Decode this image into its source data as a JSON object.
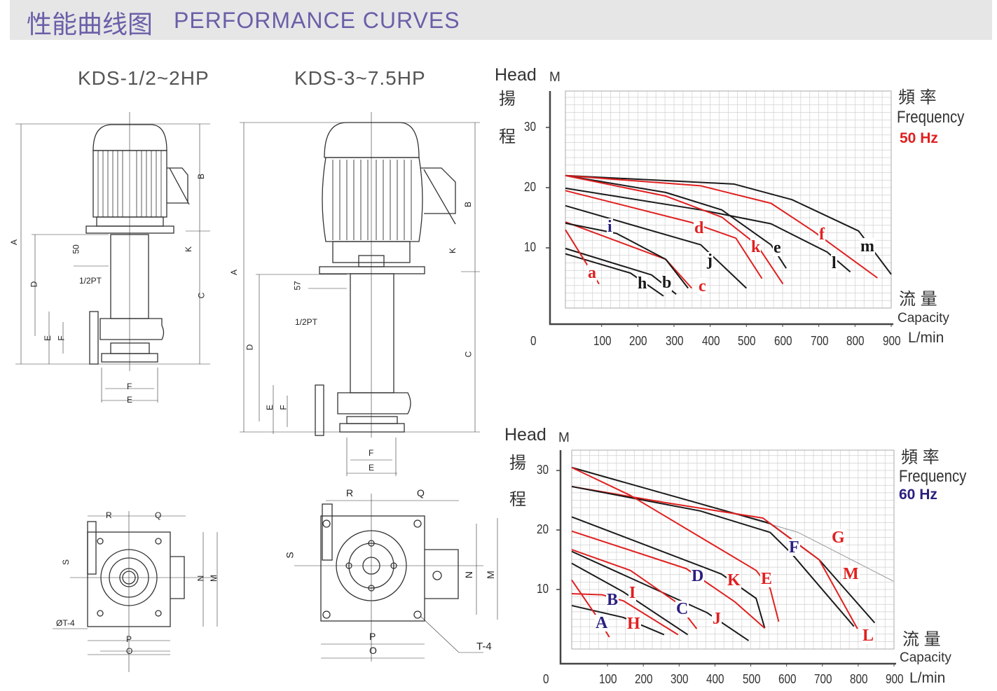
{
  "header": {
    "title_cn": "性能曲线图",
    "title_en": "PERFORMANCE CURVES"
  },
  "drawings": {
    "model_small": "KDS-1/2~2HP",
    "model_large": "KDS-3~7.5HP",
    "small_labels": {
      "A": "A",
      "B": "B",
      "C": "C",
      "D": "D",
      "E": "E",
      "F": "F",
      "K": "K",
      "dim50": "50",
      "pt": "1/2PT",
      "E2": "E",
      "F2": "F"
    },
    "large_labels": {
      "A": "A",
      "B": "B",
      "C": "C",
      "D": "D",
      "E": "E",
      "F": "F",
      "K": "K",
      "dim57": "57",
      "pt": "1/2PT",
      "E2": "E",
      "F2": "F"
    },
    "small_base_labels": {
      "R": "R",
      "Q": "Q",
      "S": "S",
      "N": "N",
      "M": "M",
      "P": "P",
      "O": "O",
      "T": "ØT-4"
    },
    "large_base_labels": {
      "R": "R",
      "Q": "Q",
      "S": "S",
      "N": "N",
      "M": "M",
      "P": "P",
      "O": "O",
      "T": "T-4"
    }
  },
  "colors": {
    "red": "#e02020",
    "black": "#1a1a1a",
    "blue": "#2a2080",
    "grid": "#d0d0d0",
    "grey": "#999999"
  },
  "chart_data": [
    {
      "type": "line",
      "title": "Frequency 50Hz",
      "ylabel_en": "Head",
      "ylabel_cn_1": "揚",
      "ylabel_cn_2": "程",
      "yunit": "M",
      "xlabel_cn": "流 量",
      "xlabel_en": "Capacity",
      "xunit": "L/min",
      "freq_cn": "頻 率",
      "freq_en": "Frequency",
      "freq_value": "50 Hz",
      "freq_color": "#e02020",
      "xlim": [
        0,
        900
      ],
      "ylim": [
        0,
        36
      ],
      "origin_label": "0",
      "xticks": [
        "100",
        "200",
        "300",
        "400",
        "500",
        "600",
        "700",
        "800",
        "900"
      ],
      "yticks": [
        "10",
        "20",
        "30"
      ],
      "grid": true,
      "series": [
        {
          "name": "m",
          "color": "black",
          "label_color": "black",
          "points": [
            [
              0,
              22
            ],
            [
              465,
              20.6
            ],
            [
              626,
              18
            ],
            [
              810,
              12.8
            ],
            [
              900,
              5.6
            ]
          ]
        },
        {
          "name": "f",
          "color": "red",
          "label_color": "red",
          "points": [
            [
              0,
              22
            ],
            [
              374,
              20.3
            ],
            [
              568,
              17.4
            ],
            [
              684,
              12.8
            ],
            [
              862,
              5
            ]
          ]
        },
        {
          "name": "l",
          "color": "black",
          "label_color": "black",
          "points": [
            [
              0,
              19.9
            ],
            [
              374,
              16.3
            ],
            [
              568,
              14
            ],
            [
              723,
              9.3
            ],
            [
              787,
              6
            ]
          ]
        },
        {
          "name": "e",
          "color": "black",
          "label_color": "black",
          "points": [
            [
              0,
              22
            ],
            [
              277,
              19.2
            ],
            [
              432,
              16.3
            ],
            [
              568,
              10.5
            ],
            [
              610,
              6.6
            ]
          ]
        },
        {
          "name": "k",
          "color": "red",
          "label_color": "red",
          "points": [
            [
              0,
              22
            ],
            [
              277,
              18.6
            ],
            [
              432,
              15.1
            ],
            [
              529,
              10.5
            ],
            [
              601,
              4
            ]
          ]
        },
        {
          "name": "d",
          "color": "red",
          "label_color": "red",
          "points": [
            [
              0,
              19.5
            ],
            [
              349,
              14.2
            ],
            [
              471,
              11.6
            ],
            [
              543,
              4.9
            ]
          ]
        },
        {
          "name": "j",
          "color": "black",
          "label_color": "black",
          "points": [
            [
              0,
              17
            ],
            [
              374,
              10.5
            ],
            [
              500,
              3.3
            ]
          ]
        },
        {
          "name": "c",
          "color": "red",
          "label_color": "red",
          "points": [
            [
              0,
              14.3
            ],
            [
              277,
              8.1
            ],
            [
              349,
              3.3
            ]
          ]
        },
        {
          "name": "i",
          "color": "black",
          "label_color": "blue",
          "points": [
            [
              0,
              14.1
            ],
            [
              141,
              12.4
            ],
            [
              277,
              8.1
            ],
            [
              339,
              3.3
            ]
          ]
        },
        {
          "name": "b",
          "color": "black",
          "label_color": "black",
          "points": [
            [
              0,
              9.9
            ],
            [
              238,
              5.5
            ],
            [
              306,
              2.3
            ]
          ]
        },
        {
          "name": "h",
          "color": "black",
          "label_color": "black",
          "points": [
            [
              0,
              9
            ],
            [
              180,
              5.8
            ],
            [
              271,
              2
            ]
          ]
        },
        {
          "name": "a",
          "color": "red",
          "label_color": "red",
          "points": [
            [
              0,
              13
            ],
            [
              93,
              4
            ]
          ]
        }
      ]
    },
    {
      "type": "line",
      "title": "Frequency 60Hz",
      "ylabel_en": "Head",
      "ylabel_cn_1": "揚",
      "ylabel_cn_2": "程",
      "yunit": "M",
      "xlabel_cn": "流 量",
      "xlabel_en": "Capacity",
      "xunit": "L/min",
      "freq_cn": "頻 率",
      "freq_en": "Frequency",
      "freq_value": "60 Hz",
      "freq_color": "#2a2080",
      "xlim": [
        0,
        900
      ],
      "ylim": [
        0,
        33.5
      ],
      "origin_label": "0",
      "xticks": [
        "100",
        "200",
        "300",
        "400",
        "500",
        "600",
        "700",
        "800",
        "900"
      ],
      "yticks": [
        "10",
        "20",
        "30"
      ],
      "grid": true,
      "series": [
        {
          "name": "G",
          "color": "grey",
          "label_color": "red",
          "points": [
            [
              0,
              30.5
            ],
            [
              359,
              24.4
            ],
            [
              632,
              19.6
            ],
            [
              898,
              11.4
            ]
          ]
        },
        {
          "name": "M",
          "color": "black",
          "label_color": "red",
          "points": [
            [
              0,
              30.5
            ],
            [
              359,
              24.4
            ],
            [
              554,
              21.1
            ],
            [
              691,
              15
            ],
            [
              846,
              4.4
            ]
          ]
        },
        {
          "name": "L",
          "color": "red",
          "label_color": "red",
          "points": [
            [
              0,
              27.3
            ],
            [
              261,
              24.6
            ],
            [
              534,
              22
            ],
            [
              691,
              15
            ],
            [
              798,
              3.4
            ]
          ]
        },
        {
          "name": "F",
          "color": "black",
          "label_color": "blue",
          "points": [
            [
              0,
              27.3
            ],
            [
              359,
              23.2
            ],
            [
              554,
              19.6
            ],
            [
              613,
              16.1
            ],
            [
              788,
              3.8
            ]
          ]
        },
        {
          "name": "E",
          "color": "red",
          "label_color": "red",
          "points": [
            [
              0,
              30.5
            ],
            [
              164,
              25.8
            ],
            [
              515,
              13.2
            ],
            [
              554,
              10.2
            ],
            [
              578,
              4.6
            ]
          ]
        },
        {
          "name": "K",
          "color": "black",
          "label_color": "red",
          "points": [
            [
              0,
              22.2
            ],
            [
              418,
              12.6
            ],
            [
              515,
              8.5
            ],
            [
              539,
              3.5
            ]
          ]
        },
        {
          "name": "D",
          "color": "red",
          "label_color": "blue",
          "points": [
            [
              0,
              19.8
            ],
            [
              320,
              13.5
            ],
            [
              456,
              7.9
            ],
            [
              539,
              3.5
            ]
          ]
        },
        {
          "name": "J",
          "color": "black",
          "label_color": "red",
          "points": [
            [
              0,
              16.4
            ],
            [
              378,
              6.1
            ],
            [
              494,
              1.4
            ]
          ]
        },
        {
          "name": "C",
          "color": "red",
          "label_color": "blue",
          "points": [
            [
              0,
              16.7
            ],
            [
              164,
              13.2
            ],
            [
              291,
              7.9
            ],
            [
              349,
              3.4
            ]
          ]
        },
        {
          "name": "I",
          "color": "black",
          "label_color": "red",
          "points": [
            [
              0,
              14.4
            ],
            [
              144,
              9.6
            ],
            [
              324,
              2.4
            ]
          ]
        },
        {
          "name": "B",
          "color": "red",
          "label_color": "blue",
          "points": [
            [
              0,
              9.3
            ],
            [
              86,
              9.1
            ],
            [
              144,
              8.1
            ],
            [
              297,
              2.4
            ]
          ]
        },
        {
          "name": "H",
          "color": "black",
          "label_color": "red",
          "points": [
            [
              0,
              7.3
            ],
            [
              144,
              5.3
            ],
            [
              258,
              2.4
            ]
          ]
        },
        {
          "name": "A",
          "color": "red",
          "label_color": "blue",
          "points": [
            [
              0,
              11.6
            ],
            [
              66,
              5.8
            ],
            [
              105,
              2
            ]
          ]
        }
      ]
    }
  ]
}
